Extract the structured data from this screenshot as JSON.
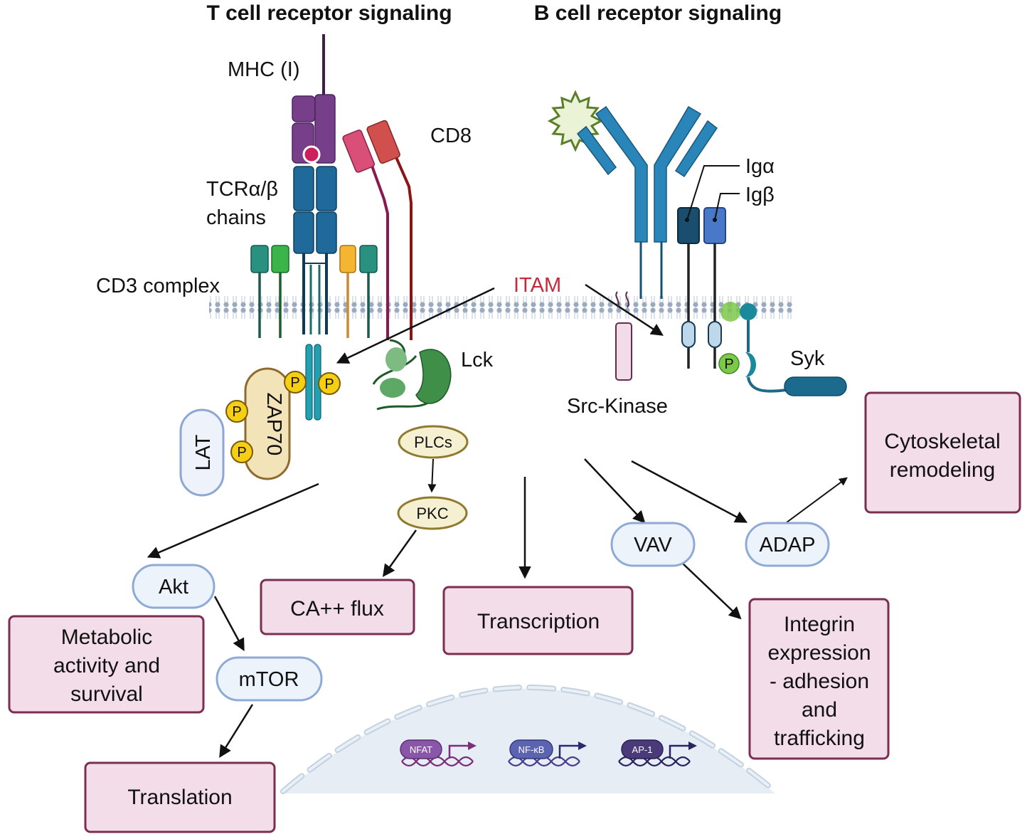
{
  "titles": {
    "tcell": "T cell receptor signaling",
    "bcell": "B cell receptor signaling"
  },
  "tcr_labels": {
    "mhc": "MHC (I)",
    "cd8": "CD8",
    "tcr_line1": "TCRα/β",
    "tcr_line2": "chains",
    "cd3": "CD3 complex",
    "itam": "ITAM",
    "lck": "Lck",
    "zap70": "ZAP70",
    "lat": "LAT",
    "phospho": "P"
  },
  "bcr_labels": {
    "ig_alpha": "Igα",
    "ig_beta": "Igβ",
    "syk": "Syk",
    "src_kinase": "Src-Kinase"
  },
  "signaling_nodes": {
    "plcs": "PLCs",
    "pkc": "PKC",
    "akt": "Akt",
    "mtor": "mTOR",
    "vav": "VAV",
    "adap": "ADAP"
  },
  "outcomes": {
    "metabolic": [
      "Metabolic",
      "activity and",
      "survival"
    ],
    "ca_flux": "CA++ flux",
    "transcription": "Transcription",
    "translation": "Translation",
    "cytoskeletal": [
      "Cytoskeletal",
      "remodeling"
    ],
    "integrin": [
      "Integrin",
      "expression",
      "- adhesion",
      "and",
      "trafficking"
    ]
  },
  "nucleus": {
    "transcription_factors": [
      "NFAT",
      "NF-κB",
      "AP-1"
    ]
  },
  "colors": {
    "outcome_fill": "#f3dde8",
    "outcome_stroke": "#7a2e52",
    "node_fill": "#edf3fb",
    "node_stroke": "#8eaad6",
    "itam_red": "#c8283c",
    "membrane": "#9aaac0",
    "nucleus_fill": "#e6edf5"
  }
}
